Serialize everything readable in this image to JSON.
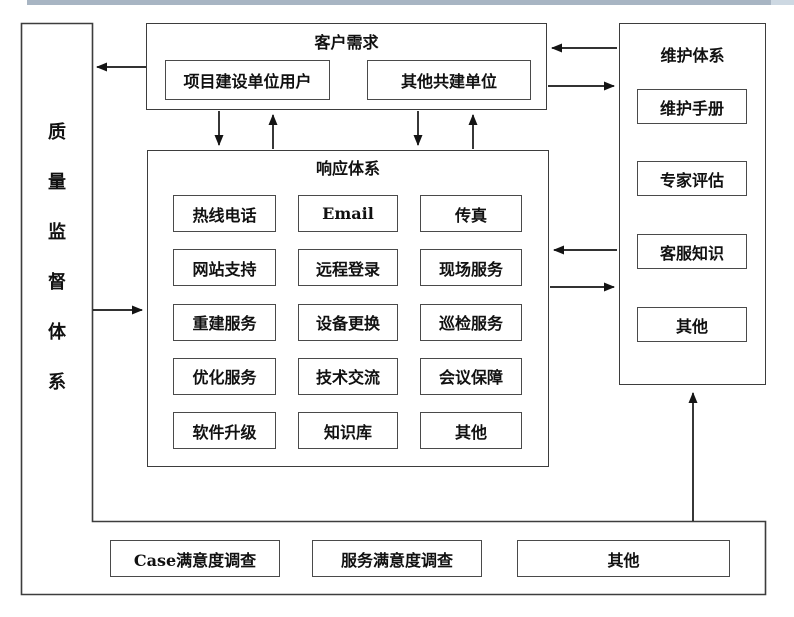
{
  "diagram": {
    "quality": {
      "title": "质量监督体系",
      "surveys": [
        "Case满意度调查",
        "服务满意度调查",
        "其他"
      ]
    },
    "customer": {
      "title": "客户需求",
      "units": [
        "项目建设单位用户",
        "其他共建单位"
      ]
    },
    "response": {
      "title": "响应体系",
      "services": [
        "热线电话",
        "Email",
        "传真",
        "网站支持",
        "远程登录",
        "现场服务",
        "重建服务",
        "设备更换",
        "巡检服务",
        "优化服务",
        "技术交流",
        "会议保障",
        "软件升级",
        "知识库",
        "其他"
      ]
    },
    "maintenance": {
      "title": "维护体系",
      "items": [
        "维护手册",
        "专家评估",
        "客服知识",
        "其他"
      ]
    }
  },
  "colors": {
    "line": "#141414",
    "border": "#3d3d3d",
    "top_bar": "#a8b5c3",
    "top_bar_light": "#cdd8e2"
  }
}
